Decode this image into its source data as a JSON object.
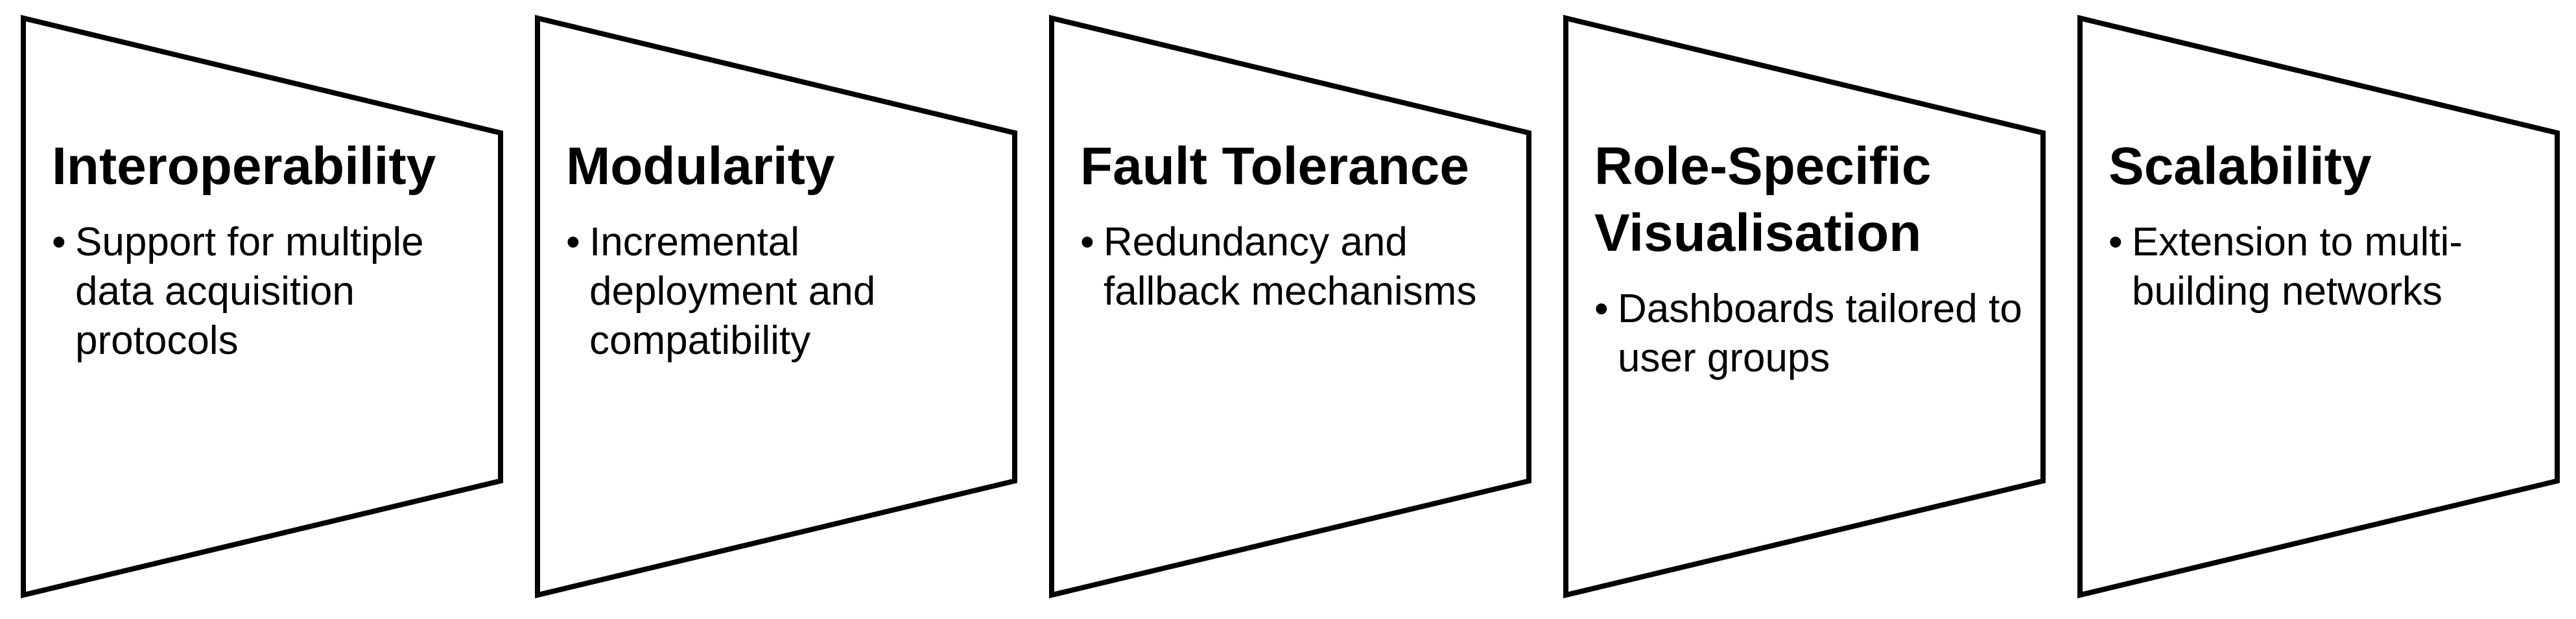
{
  "diagram": {
    "panels": [
      {
        "title": "Interoperability",
        "bullet": "Support for multiple data acquisition protocols"
      },
      {
        "title": "Modularity",
        "bullet": "Incremental deployment and compatibility"
      },
      {
        "title": "Fault Tolerance",
        "bullet": "Redundancy and fallback mechanisms"
      },
      {
        "title": "Role-Specific Visualisation",
        "bullet": "Dashboards tailored to user groups"
      },
      {
        "title": "Scalability",
        "bullet": "Extension to multi-building networks"
      }
    ],
    "bullet_symbol": "•",
    "colors": {
      "stroke": "#000000",
      "fill": "#ffffff",
      "text": "#000000"
    }
  }
}
